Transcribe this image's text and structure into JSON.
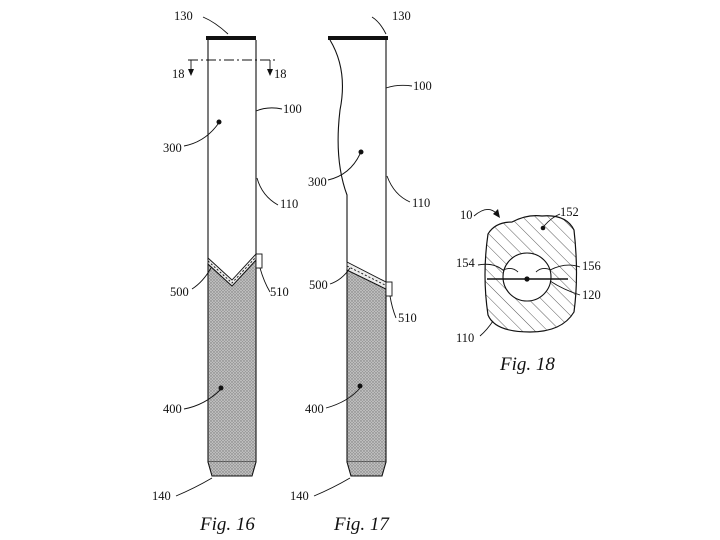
{
  "figures": [
    {
      "caption": "Fig. 16",
      "refs": {
        "top_cap": "130",
        "section_left": "18",
        "section_right": "18",
        "outer_wall": "100",
        "inner_region": "300",
        "body": "110",
        "interface": "500",
        "interface_tab": "510",
        "filled_region": "400",
        "tip": "140"
      }
    },
    {
      "caption": "Fig. 17",
      "refs": {
        "top_cap": "130",
        "outer_wall": "100",
        "inner_region": "300",
        "body": "110",
        "interface": "500",
        "interface_tab": "510",
        "filled_region": "400",
        "tip": "140"
      }
    },
    {
      "caption": "Fig. 18",
      "refs": {
        "assembly": "10",
        "cross_section": "152",
        "left_notch": "154",
        "right_notch": "156",
        "center_element": "120",
        "outer_body": "110"
      }
    }
  ]
}
